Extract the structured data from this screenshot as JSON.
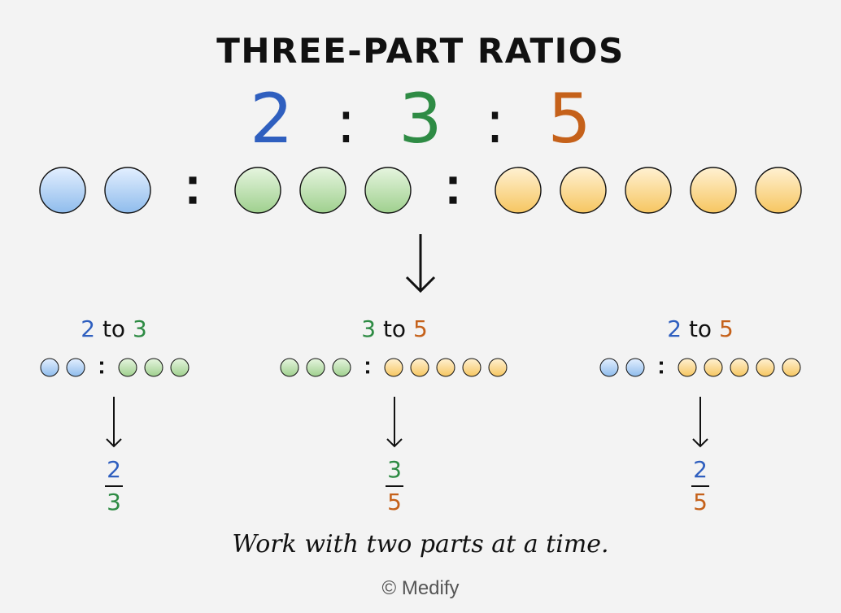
{
  "title": "THREE-PART RATIOS",
  "ratio": {
    "a": "2",
    "b": "3",
    "c": "5",
    "sep": ":"
  },
  "pairs": [
    {
      "left": "2",
      "word": "to",
      "right": "3",
      "num": "2",
      "den": "3"
    },
    {
      "left": "3",
      "word": "to",
      "right": "5",
      "num": "3",
      "den": "5"
    },
    {
      "left": "2",
      "word": "to",
      "right": "5",
      "num": "2",
      "den": "5"
    }
  ],
  "note": "Work with two parts at a time.",
  "credit": "© Medify",
  "colors": {
    "blue": "#2f5fbf",
    "green": "#2e8b44",
    "orange": "#c5611a"
  }
}
